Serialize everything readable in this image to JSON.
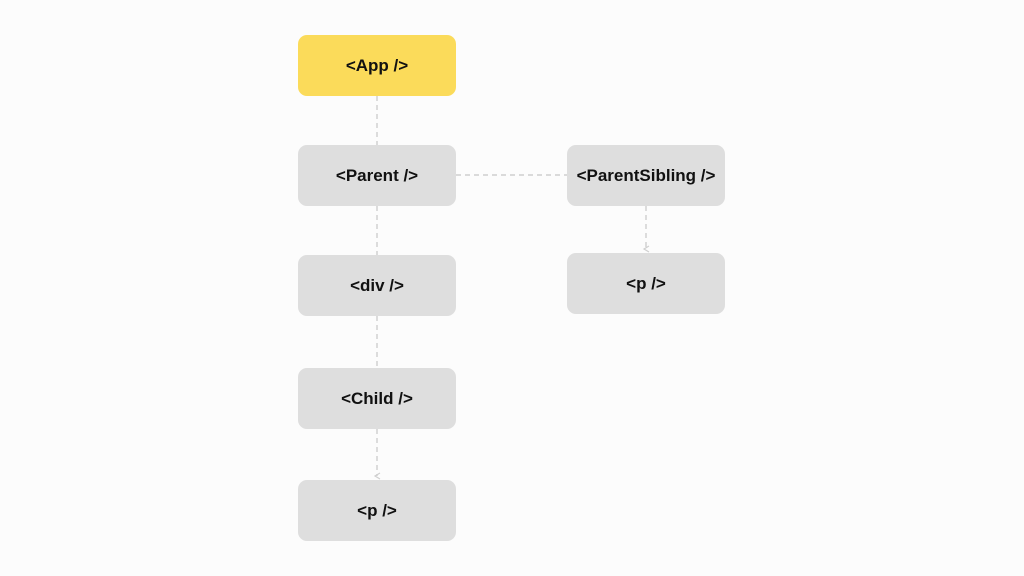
{
  "nodes": {
    "app": {
      "label": "<App />"
    },
    "parent": {
      "label": "<Parent />"
    },
    "div": {
      "label": "<div />"
    },
    "child": {
      "label": "<Child />"
    },
    "p_child": {
      "label": "<p />"
    },
    "parent_sibling": {
      "label": "<ParentSibling />"
    },
    "p_sibling": {
      "label": "<p />"
    }
  },
  "edges": [
    {
      "from": "app",
      "to": "parent"
    },
    {
      "from": "parent",
      "to": "div"
    },
    {
      "from": "div",
      "to": "child"
    },
    {
      "from": "child",
      "to": "p_child"
    },
    {
      "from": "parent",
      "to": "parent_sibling"
    },
    {
      "from": "parent_sibling",
      "to": "p_sibling"
    }
  ],
  "colors": {
    "highlight_node": "#fbdb5a",
    "default_node": "#dedede",
    "connector": "#cfcfcf",
    "background": "#fcfcfc"
  }
}
